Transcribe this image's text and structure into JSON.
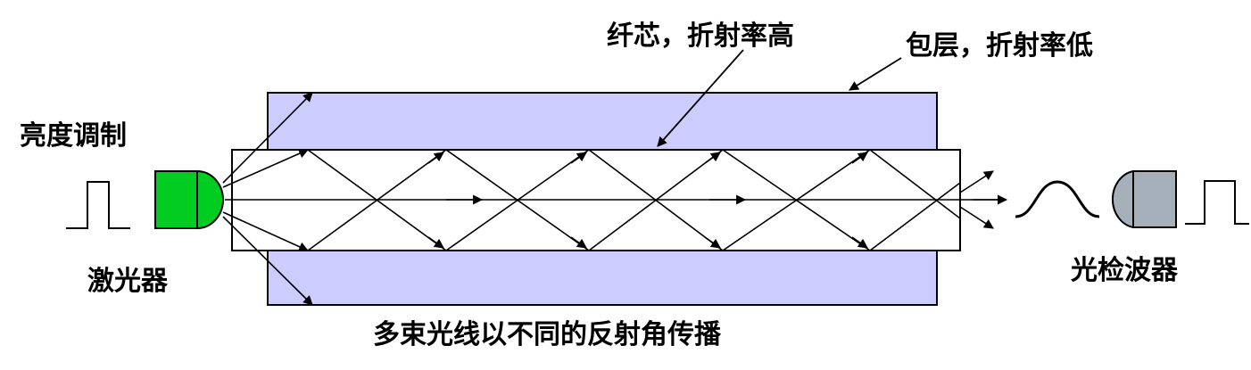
{
  "labels": {
    "core": "纤芯，折射率高",
    "cladding": "包层，折射率低",
    "modulation": "亮度调制",
    "laser": "激光器",
    "detector": "光检波器",
    "caption": "多束光线以不同的反射角传播"
  },
  "colors": {
    "cladding_fill": "#ccccff",
    "core_fill": "#ffffff",
    "laser_fill": "#00cc22",
    "detector_fill": "#a6b0bb",
    "stroke": "#000000"
  }
}
